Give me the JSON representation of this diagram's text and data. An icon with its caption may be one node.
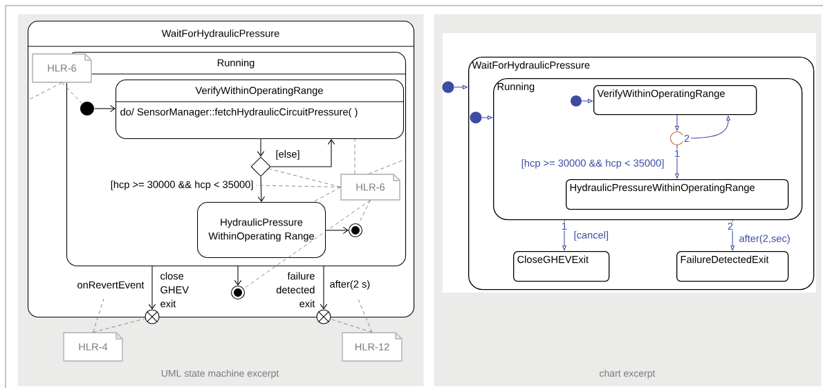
{
  "diagram": {
    "nodes": [
      {
        "text": [
          "UML state machine excerpt"
        ]
      },
      {
        "text": [
          "WaitForHydraulicPressure"
        ],
        "in": 0
      },
      {
        "text": [
          "Running"
        ],
        "in": 1
      },
      {
        "text": [
          "HLR-6"
        ],
        "in": 1
      },
      {
        "text": [],
        "shape": "circle",
        "in": 2
      },
      {
        "text": [
          "VerifyWithinOperatingRange",
          "do/ SensorManager::fetchHydraulicCircuitPressure( )"
        ],
        "in": 2
      },
      {
        "text": [],
        "shape": "diamond",
        "in": 2
      },
      {
        "text": [
          "HLR-6"
        ],
        "in": 2
      },
      {
        "text": [
          "HydraulicPressure WithinOperating Range"
        ],
        "in": 2
      },
      {
        "text": [],
        "shape": "circle",
        "in": 2
      },
      {
        "text": [],
        "shape": "circle",
        "in": 1
      },
      {
        "text": [],
        "shape": "circle",
        "in": 0,
        "beside": [
          "close GHEV exit"
        ]
      },
      {
        "text": [],
        "shape": "circle",
        "in": 0,
        "beside": [
          "failure detected exit"
        ]
      },
      {
        "text": [
          "HLR-4"
        ],
        "in": 0
      },
      {
        "text": [
          "HLR-12"
        ],
        "in": 0
      },
      {
        "text": [
          "chart excerpt"
        ]
      },
      {
        "text": [],
        "shape": "circle",
        "in": 15
      },
      {
        "text": [
          "WaitForHydraulicPressure"
        ],
        "in": 15
      },
      {
        "text": [],
        "shape": "circle",
        "in": 17
      },
      {
        "text": [
          "Running"
        ],
        "in": 17
      },
      {
        "text": [],
        "shape": "circle",
        "in": 19
      },
      {
        "text": [
          "VerifyWithinOperatingRange"
        ],
        "in": 19
      },
      {
        "text": [],
        "shape": "circle",
        "in": 19
      },
      {
        "text": [
          "HydraulicPressureWithinOperatingRange"
        ],
        "in": 19
      },
      {
        "text": [
          "CloseGHEVExit"
        ],
        "in": 17
      },
      {
        "text": [
          "FailureDetectedExit"
        ],
        "in": 17
      }
    ],
    "edges": [
      {
        "from": 4,
        "to": 5,
        "arrow": "to",
        "color": "#000000"
      },
      {
        "from": 5,
        "to": 6,
        "arrow": "to",
        "color": "#000000"
      },
      {
        "from": 6,
        "to": 5,
        "arrow": "to",
        "label": "[else]",
        "color": "#000000"
      },
      {
        "from": 6,
        "to": 8,
        "arrow": "to",
        "label": "[hcp >= 30000 && hcp < 35000]",
        "color": "#000000"
      },
      {
        "from": 8,
        "to": 9,
        "arrow": "to",
        "color": "#000000"
      },
      {
        "from": 2,
        "to": 10,
        "arrow": "to",
        "color": "#000000"
      },
      {
        "from": 2,
        "to": 11,
        "arrow": "to",
        "label": "onRevertEvent",
        "color": "#000000"
      },
      {
        "from": 2,
        "to": 12,
        "arrow": "to",
        "label": "after(2 s)",
        "color": "#000000"
      },
      {
        "from": 3,
        "to": 4,
        "arrow": "none",
        "style": "dashed",
        "color": "#808080"
      },
      {
        "from": 3,
        "to": 1,
        "arrow": "none",
        "style": "dashed",
        "color": "#808080"
      },
      {
        "from": 7,
        "to": 5,
        "arrow": "none",
        "style": "dashed",
        "color": "#808080"
      },
      {
        "from": 7,
        "to": 2,
        "arrow": "none",
        "style": "dashed",
        "color": "#808080"
      },
      {
        "from": 7,
        "to": 6,
        "arrow": "none",
        "style": "dashed",
        "color": "#808080"
      },
      {
        "from": 7,
        "to": null,
        "arrow": "none",
        "style": "dashed",
        "color": "#808080"
      },
      {
        "from": 7,
        "to": 8,
        "arrow": "none",
        "style": "dashed",
        "color": "#808080"
      },
      {
        "from": 7,
        "to": 9,
        "arrow": "none",
        "style": "dashed",
        "color": "#808080"
      },
      {
        "from": 7,
        "to": 10,
        "arrow": "none",
        "style": "dashed",
        "color": "#808080"
      },
      {
        "from": 13,
        "to": 11,
        "arrow": "none",
        "style": "dashed",
        "color": "#808080"
      },
      {
        "from": 13,
        "to": null,
        "arrow": "none",
        "style": "dashed",
        "color": "#808080"
      },
      {
        "from": 14,
        "to": 12,
        "arrow": "none",
        "style": "dashed",
        "color": "#808080"
      },
      {
        "from": 14,
        "to": null,
        "arrow": "none",
        "style": "dashed",
        "color": "#808080"
      },
      {
        "from": 16,
        "to": 17,
        "arrow": "to",
        "color": "#3d4ba0"
      },
      {
        "from": 18,
        "to": 19,
        "arrow": "to",
        "color": "#3d4ba0"
      },
      {
        "from": 20,
        "to": 21,
        "arrow": "to",
        "color": "#3d4ba0"
      },
      {
        "from": 21,
        "to": 22,
        "arrow": "to",
        "color": "#3d4ba0"
      },
      {
        "from": 22,
        "to": 21,
        "arrow": "to",
        "color": "#3d4ba0",
        "label": "2"
      },
      {
        "from": 22,
        "to": 23,
        "arrow": "to",
        "color": "#3d4ba0",
        "label": "[hcp >= 30000 && hcp < 35000]"
      },
      {
        "from": 19,
        "to": 24,
        "arrow": "to",
        "color": "#3d4ba0",
        "label": "[cancel]"
      },
      {
        "from": 19,
        "to": 25,
        "arrow": "to",
        "color": "#3d4ba0",
        "label": "after(2,sec)"
      }
    ],
    "labels": [
      "1",
      "1",
      "2"
    ]
  }
}
